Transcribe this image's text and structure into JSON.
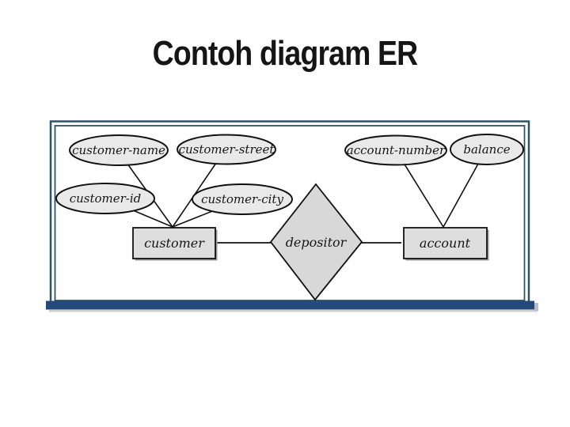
{
  "slide": {
    "title": "Contoh diagram ER"
  },
  "diagram": {
    "attributes": [
      {
        "label": "customer-name"
      },
      {
        "label": "customer-street"
      },
      {
        "label": "customer-id"
      },
      {
        "label": "customer-city"
      },
      {
        "label": "account-number"
      },
      {
        "label": "balance"
      }
    ],
    "entities": [
      {
        "label": "customer"
      },
      {
        "label": "account"
      }
    ],
    "relationships": [
      {
        "label": "depositor"
      }
    ],
    "colors": {
      "frame_border": "#2f5366",
      "bottom_bar": "#24497a",
      "attribute_fill": "#e9e9e9",
      "entity_fill": "#dedede",
      "relationship_fill": "#d8d8d8",
      "connector_line": "#111111",
      "title_text": "#151515"
    }
  }
}
